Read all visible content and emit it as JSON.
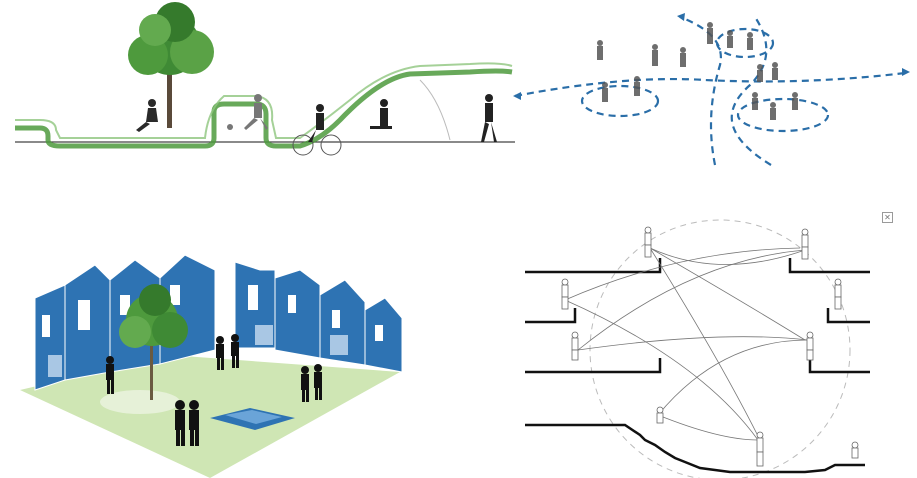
{
  "close_glyph": "✕",
  "colors": {
    "green_path": "#4e9a3d",
    "tree_green": "#3f8a35",
    "blue_arrow": "#2a6ea8",
    "house_blue": "#2e73b3",
    "lawn": "#cfe6b4",
    "figure": "#333333"
  },
  "panels": [
    "linear-green-path-section",
    "movement-and-gathering-diagram",
    "square-perspective",
    "terraced-section-sightlines"
  ]
}
